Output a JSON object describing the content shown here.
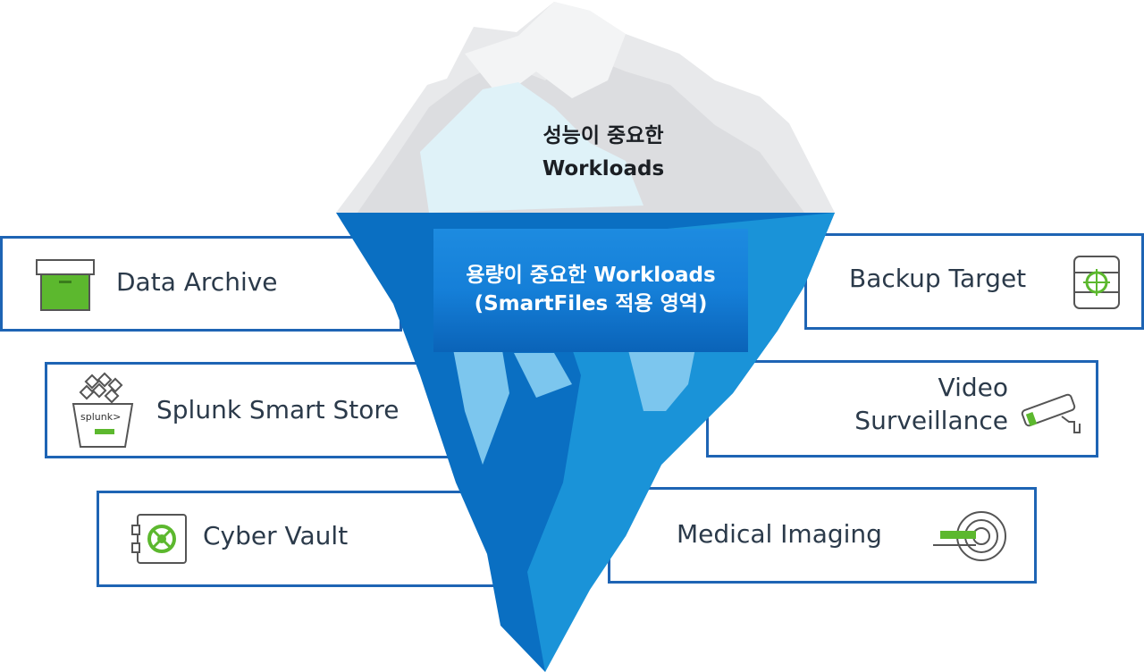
{
  "top": {
    "line1": "성능이 중요한",
    "line2": "Workloads"
  },
  "middle": {
    "line1": "용량이 중요한 Workloads",
    "line2": "(SmartFiles 적용 영역)"
  },
  "items": {
    "data_archive": "Data Archive",
    "splunk": "Splunk Smart Store",
    "cyber_vault": "Cyber Vault",
    "backup_target": "Backup Target",
    "video_line1": "Video",
    "video_line2": "Surveillance",
    "medical_imaging": "Medical Imaging"
  },
  "splunk_logo_text": "splunk>",
  "colors": {
    "box_border": "#1e64b4",
    "green": "#5cb82e",
    "water": "#0a6fc2",
    "snow": "#e9eaec"
  }
}
